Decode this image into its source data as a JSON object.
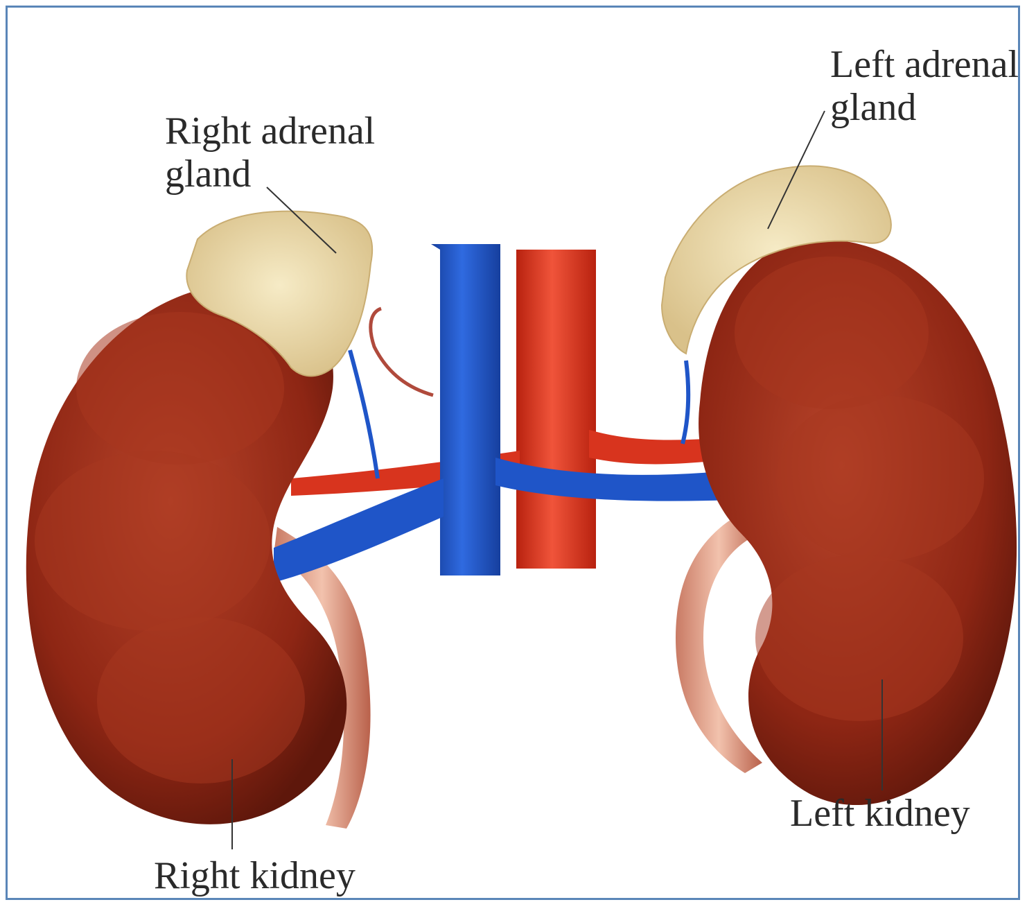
{
  "labels": {
    "right_adrenal_gland": [
      "Right adrenal",
      "gland"
    ],
    "left_adrenal_gland": [
      "Left adrenal",
      "gland"
    ],
    "right_kidney": "Right kidney",
    "left_kidney": "Left kidney"
  },
  "colors": {
    "kidney": "#8e2614",
    "kidney_highlight": "#b8442a",
    "adrenal": "#eedcae",
    "vena_cava": "#1f55c8",
    "aorta": "#e0321c",
    "ureter": "#e0a58e",
    "frame_border": "#5a86b8"
  }
}
